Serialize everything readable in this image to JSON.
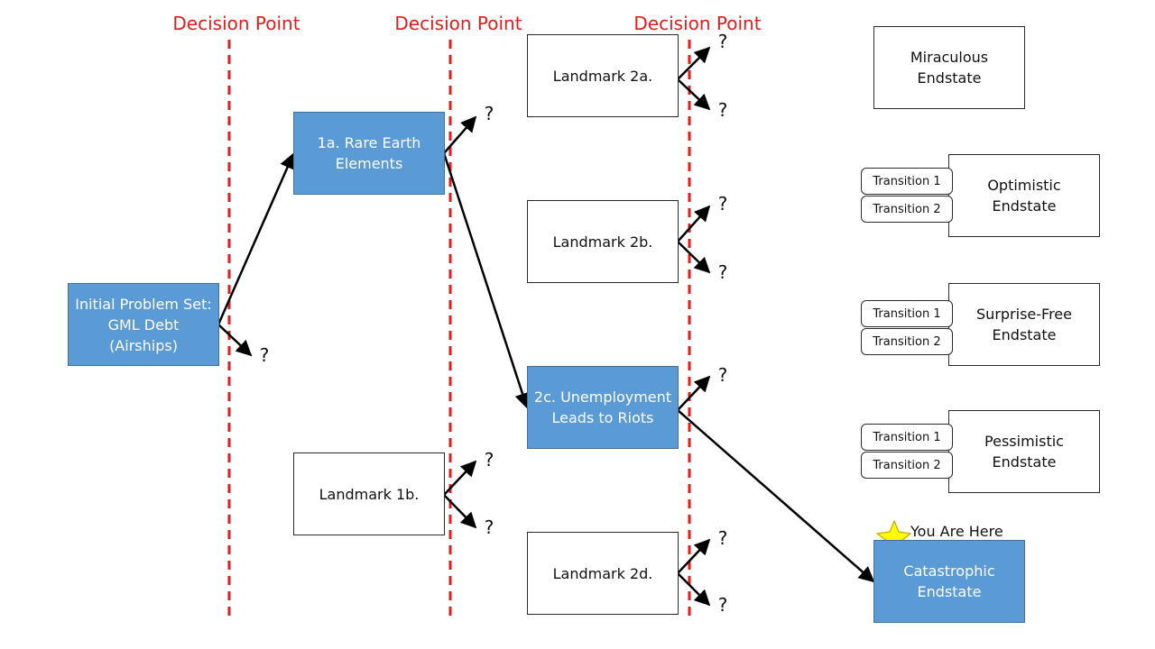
{
  "decision_point_label": "Decision Point",
  "question_mark": "?",
  "you_are_here": "You Are Here",
  "nodes": {
    "initial": "Initial Problem Set:\nGML Debt\n(Airships)",
    "rare_earth": "1a. Rare Earth\nElements",
    "landmark_1b": "Landmark 1b.",
    "landmark_2a": "Landmark 2a.",
    "landmark_2b": "Landmark 2b.",
    "unemployment": "2c. Unemployment\nLeads to Riots",
    "landmark_2d": "Landmark 2d.",
    "miraculous": "Miraculous\nEndstate",
    "optimistic": "Optimistic\nEndstate",
    "surprise_free": "Surprise-Free\nEndstate",
    "pessimistic": "Pessimistic\nEndstate",
    "catastrophic": "Catastrophic\nEndstate"
  },
  "transitions": {
    "t1": "Transition 1",
    "t2": "Transition 2"
  },
  "colors": {
    "highlight_fill": "#5b9bd5",
    "decision_line": "#e31b1b",
    "star": "#ffff00"
  }
}
